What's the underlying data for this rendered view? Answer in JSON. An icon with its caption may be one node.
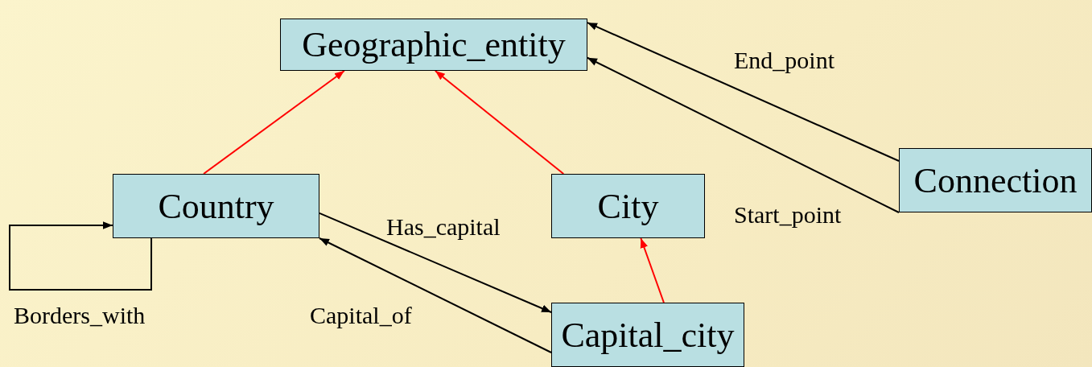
{
  "diagram": {
    "nodes": [
      {
        "text": [
          "Geographic_entity"
        ]
      },
      {
        "text": [
          "Country"
        ]
      },
      {
        "text": [
          "City"
        ]
      },
      {
        "text": [
          "Connection"
        ]
      },
      {
        "text": [
          "Capital_city"
        ]
      }
    ],
    "edges": [
      {
        "from": 1,
        "to": 0,
        "arrow": "to",
        "color": "#ff0000"
      },
      {
        "from": 2,
        "to": 0,
        "arrow": "to",
        "color": "#ff0000"
      },
      {
        "from": 4,
        "to": 2,
        "arrow": "to",
        "color": "#ff0000"
      },
      {
        "from": 3,
        "to": 0,
        "arrow": "to",
        "label": "End_point"
      },
      {
        "from": 3,
        "to": 0,
        "arrow": "to",
        "label": "Start_point"
      },
      {
        "from": 1,
        "to": 4,
        "arrow": "to",
        "label": "Has_capital"
      },
      {
        "from": 4,
        "to": 1,
        "arrow": "to",
        "label": "Capital_of"
      },
      {
        "from": 1,
        "to": 1,
        "arrow": "to",
        "label": "Borders_with"
      }
    ]
  }
}
